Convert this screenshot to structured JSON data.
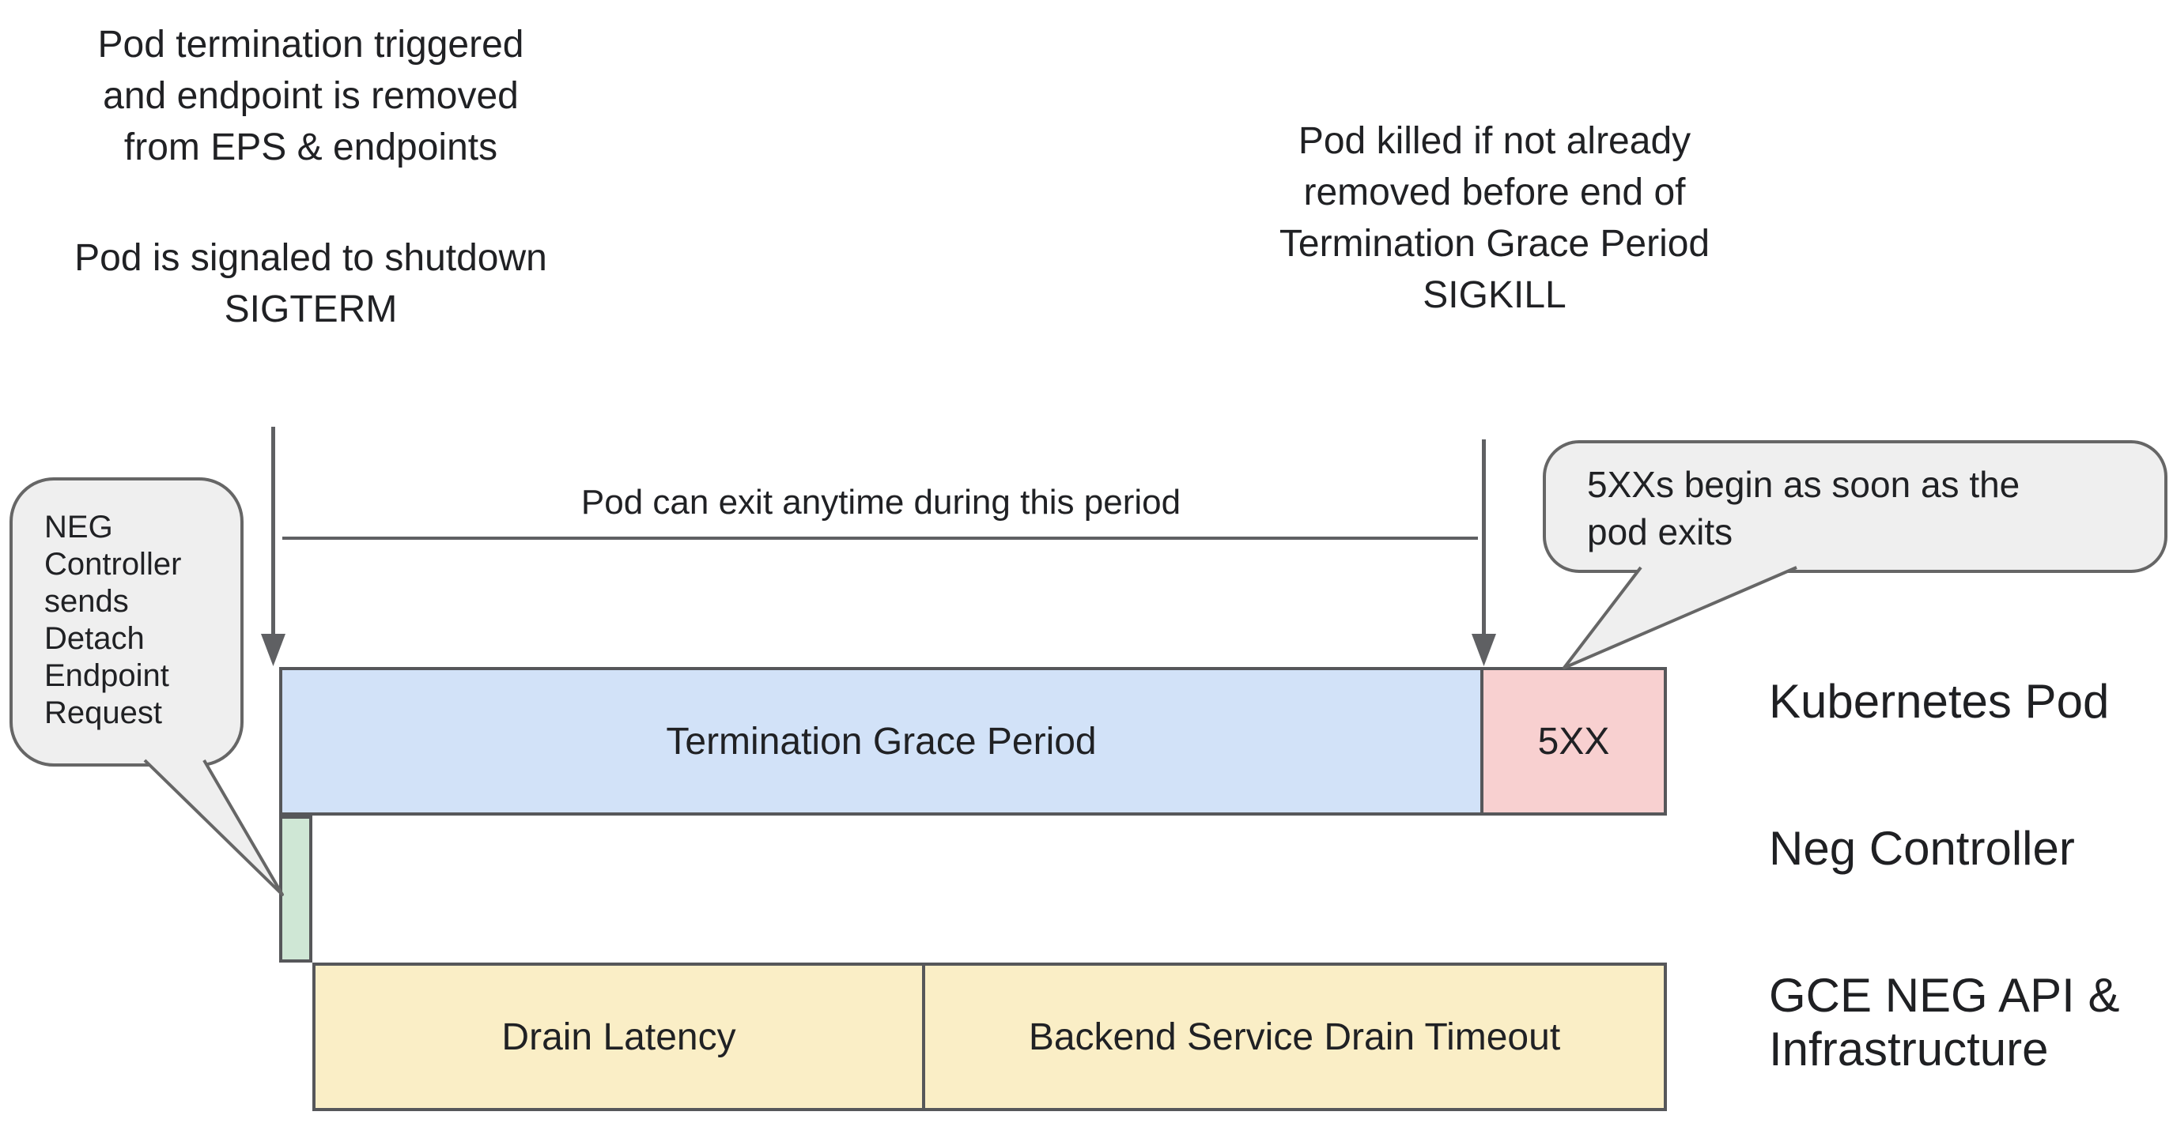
{
  "colors": {
    "text": "#202124",
    "line": "#5f6063",
    "bar_border": "#56575a",
    "blue_fill": "#d2e2f8",
    "pink_fill": "#f8d0d0",
    "green_fill": "#cfe7d5",
    "yellow_fill": "#faeec6",
    "bubble_fill": "#efefef",
    "bubble_border": "#666666"
  },
  "annotations": {
    "pod_termination": {
      "lines": [
        "Pod termination triggered",
        "and endpoint is removed",
        "from EPS & endpoints"
      ]
    },
    "pod_signaled": {
      "lines": [
        "Pod is signaled to shutdown",
        "SIGTERM"
      ]
    },
    "pod_killed": {
      "lines": [
        "Pod killed if not already",
        "removed before end of",
        "Termination Grace Period",
        "SIGKILL"
      ]
    },
    "exit_note": "Pod can exit anytime during this period"
  },
  "callouts": {
    "neg_detach": {
      "lines": [
        "NEG",
        "Controller",
        "sends",
        "Detach",
        "Endpoint",
        "Request"
      ]
    },
    "five_xx_begin": {
      "lines": [
        "5XXs begin as soon as the",
        "pod exits"
      ]
    }
  },
  "rows": {
    "kubernetes_pod": {
      "label": "Kubernetes Pod",
      "segments": {
        "grace": "Termination Grace Period",
        "five_xx": "5XX"
      }
    },
    "neg_controller": {
      "label": "Neg Controller"
    },
    "gce": {
      "label_lines": [
        "GCE NEG API &",
        "Infrastructure"
      ],
      "segments": {
        "drain_latency": "Drain Latency",
        "backend_drain": "Backend Service Drain Timeout"
      }
    }
  }
}
